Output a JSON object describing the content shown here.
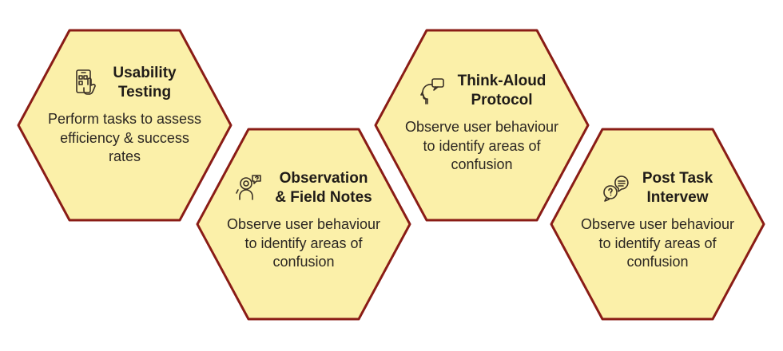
{
  "colors": {
    "fill": "#fbf0a9",
    "stroke": "#8a1c16",
    "text": "#2b2622"
  },
  "cards": [
    {
      "title": "Usability\nTesting",
      "description": "Perform tasks to assess\nefficiency & success\nrates",
      "icon": "mobile-touch-icon"
    },
    {
      "title": "Observation\n& Field Notes",
      "description": "Observe user behaviour\nto identify areas of\nconfusion",
      "icon": "observer-magnifier-icon"
    },
    {
      "title": "Think-Aloud\nProtocol",
      "description": "Observe user behaviour\nto identify areas of\nconfusion",
      "icon": "head-speech-bubble-icon"
    },
    {
      "title": "Post Task\nIntervew",
      "description": "Observe user behaviour\nto identify areas of\nconfusion",
      "icon": "chat-question-icon"
    }
  ]
}
